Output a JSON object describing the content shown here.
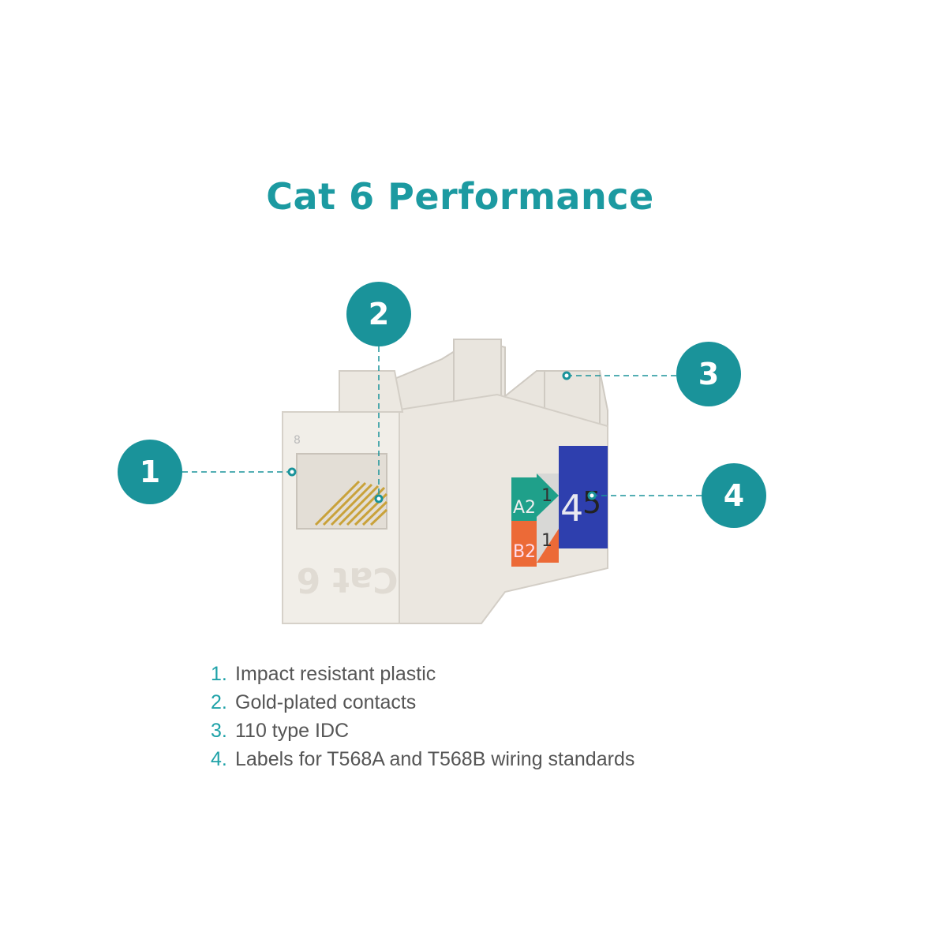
{
  "title": "Cat 6 Performance",
  "callouts": [
    "1",
    "2",
    "3",
    "4"
  ],
  "features": [
    {
      "num": "1.",
      "text": "Impact resistant plastic"
    },
    {
      "num": "2.",
      "text": "Gold-plated contacts"
    },
    {
      "num": "3.",
      "text": "110 type IDC"
    },
    {
      "num": "4.",
      "text": "Labels for T568A and T568B wiring standards"
    }
  ],
  "product_markings": {
    "front": "Cat 6",
    "pin8": "8",
    "a_label": "A2",
    "b_label": "B2",
    "pair_a": "1",
    "pair_b": "1",
    "big_4": "4",
    "big_5": "5"
  },
  "colors": {
    "accent": "#1a939a",
    "teal_label": "#1fa08a",
    "orange_label": "#ec6a37",
    "blue_label": "#2e3fae",
    "body": "#eeeae3"
  }
}
